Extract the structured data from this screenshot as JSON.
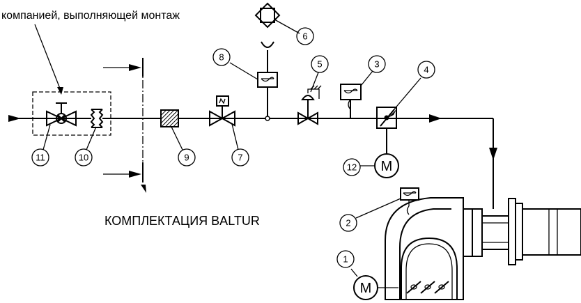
{
  "header_text": "компанией, выполняющей монтаж",
  "supply_label": "КОМПЛЕКТАЦИЯ BALTUR",
  "motor_symbol": "M",
  "callouts": [
    "1",
    "2",
    "3",
    "4",
    "5",
    "6",
    "7",
    "8",
    "9",
    "10",
    "11",
    "12"
  ]
}
